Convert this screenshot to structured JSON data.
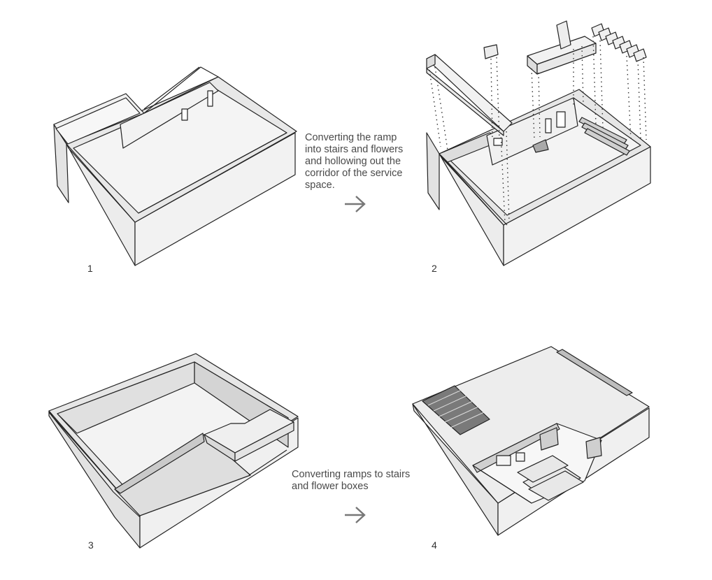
{
  "captions": {
    "step_1_to_2": "Converting the ramp\ninto stairs and flowers\nand hollowing out the\ncorridor of the service\nspace.",
    "step_3_to_4": "Converting ramps to stairs\nand flower boxes"
  },
  "step_numbers": [
    "1",
    "2",
    "3",
    "4"
  ],
  "icons": {
    "arrow": "arrow-right-icon"
  },
  "colors": {
    "text": "#4a4a4a",
    "line": "#222222",
    "fill_light": "#f2f2f2",
    "fill_mid": "#dcdcdc",
    "fill_dark": "#9a9a9a"
  }
}
